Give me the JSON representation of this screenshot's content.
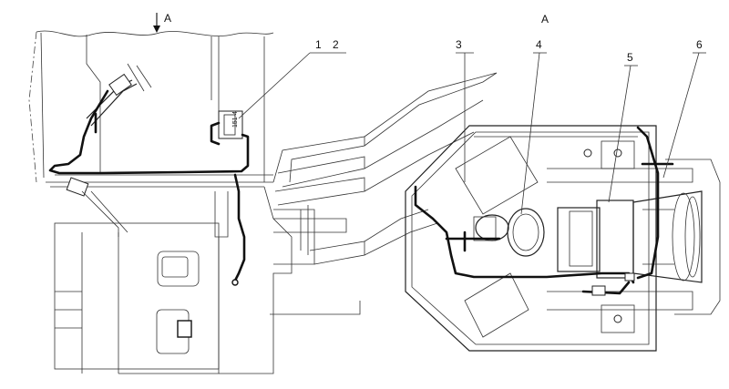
{
  "view_marker_top": "A",
  "view_title": "A",
  "callouts": [
    "1",
    "2",
    "3",
    "4",
    "5",
    "6"
  ],
  "relay_label": "151-4"
}
